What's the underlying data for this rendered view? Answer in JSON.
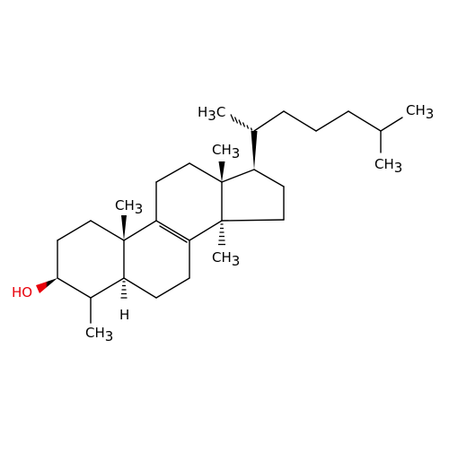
{
  "molecule": {
    "atom_labels": {
      "hydroxyl": {
        "main": "HO",
        "color": "#e8000b"
      },
      "methyl_side_chain": {
        "main": "H",
        "sub": "3",
        "tail": "C"
      },
      "methyl_terminal_a": {
        "main": "CH",
        "sub": "3"
      },
      "methyl_terminal_b": {
        "main": "CH",
        "sub": "3"
      },
      "methyl_c13": {
        "main": "CH",
        "sub": "3"
      },
      "methyl_c10": {
        "main": "CH",
        "sub": "3"
      },
      "methyl_c14": {
        "main": "CH",
        "sub": "3"
      },
      "methyl_c4": {
        "main": "CH",
        "sub": "3"
      },
      "hydrogen_c5": {
        "main": "H"
      }
    },
    "colors": {
      "bond": "#000000",
      "hetero_o": "#e8000b"
    }
  }
}
